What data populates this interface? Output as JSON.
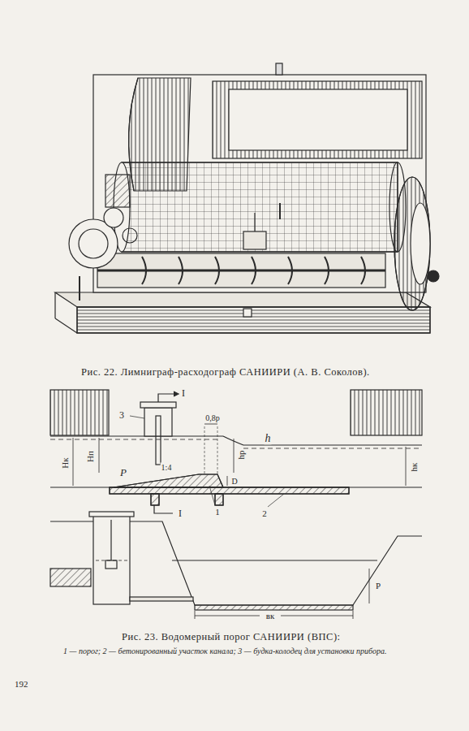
{
  "diagram": {
    "labels": [
      "Рис. 22. Лимниграф-расходограф САНИИРИ (А. В. Соколов).",
      "I",
      "3",
      "0,8р",
      "Hк",
      "Hп",
      "hр",
      "h",
      "D",
      "P",
      "1:4",
      "I",
      "1",
      "2",
      "hк",
      "P",
      "вк",
      "Рис. 23. Водомерный порог САНИИРИ (ВПС):",
      "1 — порог; 2 — бетонированный участок канала; 3 — будка-колодец для установки прибора.",
      "192"
    ]
  }
}
